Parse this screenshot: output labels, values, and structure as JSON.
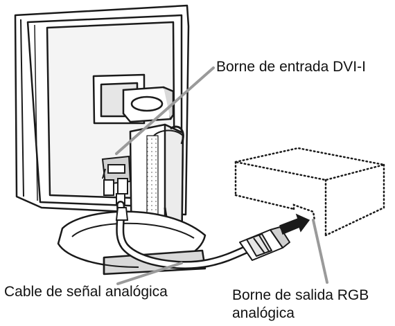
{
  "labels": {
    "dvi_input": "Borne de entrada DVI-I",
    "analog_cable": "Cable de señal analógica",
    "rgb_output_line1": "Borne de salida RGB",
    "rgb_output_line2": "analógica"
  },
  "colors": {
    "line": "#1a1a1a",
    "leader": "#9a9a9a",
    "fill": "#ffffff",
    "shade": "#d9d9d9"
  }
}
